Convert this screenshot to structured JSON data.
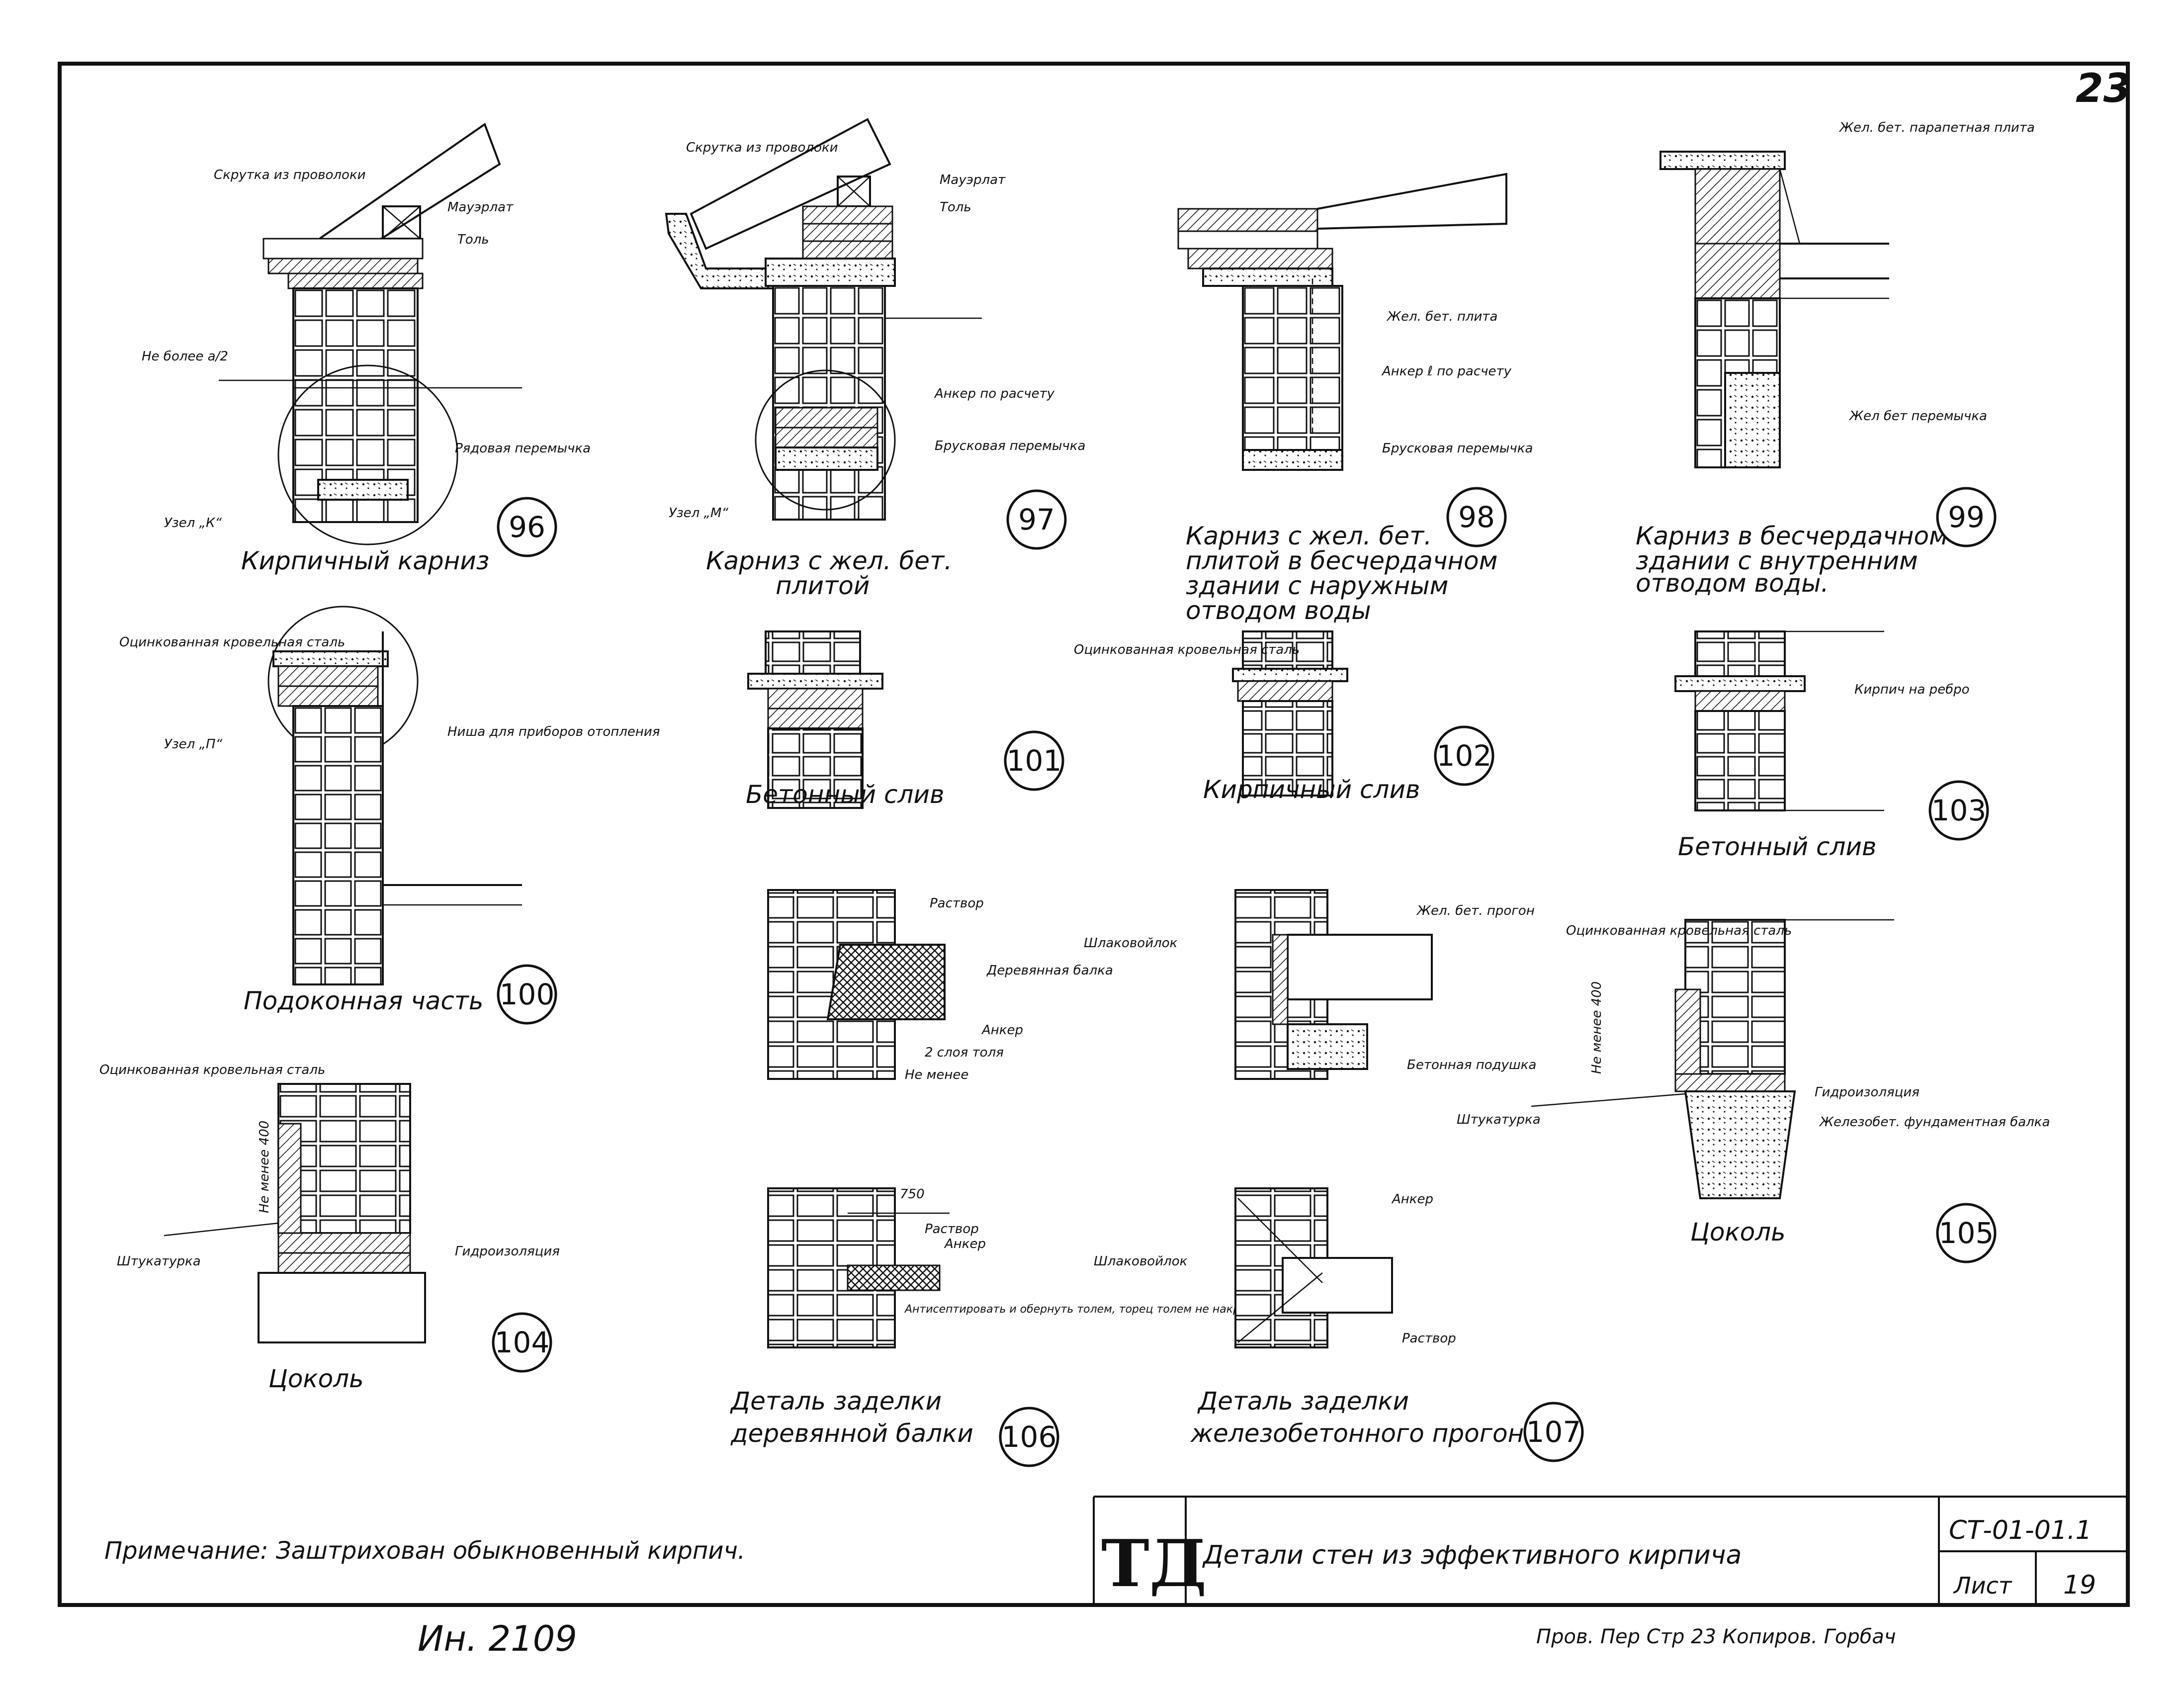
{
  "sheet": {
    "page_number": "23",
    "note": "Примечание: Заштрихован обыкновенный кирпич.",
    "stamp_logo": "ТД",
    "title": "Детали стен из эффективного кирпича",
    "code": "СТ-01-01.1",
    "sheet_label": "Лист",
    "sheet_number": "19",
    "inventory": "Ин. 2109",
    "signature": "Пров. Пер  Стр 23   Копиров. Горбач"
  },
  "details": [
    {
      "number": "96",
      "caption": [
        "Кирпичный карниз"
      ],
      "labels": [
        "Скрутка из проволоки",
        "Мауэрлат",
        "Толь",
        "Не более a/2",
        "Рядовая перемычка",
        "Узел „К“"
      ]
    },
    {
      "number": "97",
      "caption": [
        "Карниз с жел. бет.",
        "плитой"
      ],
      "labels": [
        "Скрутка из проволоки",
        "Мауэрлат",
        "Толь",
        "Анкер по расчету",
        "Брусковая перемычка",
        "Узел „М“"
      ]
    },
    {
      "number": "98",
      "caption": [
        "Карниз с жел. бет.",
        "плитой в бесчердачном",
        "здании с наружным",
        "отводом воды"
      ],
      "labels": [
        "Жел. бет. плита",
        "Анкер ℓ по расчету",
        "Брусковая перемычка"
      ]
    },
    {
      "number": "99",
      "caption": [
        "Карниз в бесчердачном",
        "здании с внутренним",
        "отводом воды."
      ],
      "labels": [
        "Жел. бет. парапетная плита",
        "Жел бет перемычка"
      ]
    },
    {
      "number": "100",
      "caption": [
        "Подоконная часть"
      ],
      "labels": [
        "Оцинкованная кровельная сталь",
        "Узел „П“",
        "Ниша для приборов отопления"
      ]
    },
    {
      "number": "101",
      "caption": [
        "Бетонный слив"
      ],
      "labels": []
    },
    {
      "number": "102",
      "caption": [
        "Кирпичный слив"
      ],
      "labels": [
        "Оцинкованная кровельная сталь"
      ]
    },
    {
      "number": "103",
      "caption": [
        "Бетонный слив"
      ],
      "labels": [
        "Кирпич на ребро"
      ]
    },
    {
      "number": "104",
      "caption": [
        "Цоколь"
      ],
      "labels": [
        "Оцинкованная кровельная сталь",
        "Не менее 400",
        "Штукатурка",
        "Гидроизоляция"
      ]
    },
    {
      "number": "105",
      "caption": [
        "Цоколь"
      ],
      "labels": [
        "Оцинкованная кровельная сталь",
        "Не менее 400",
        "Гидроизоляция",
        "Штукатурка",
        "Железобет. фундаментная балка"
      ]
    },
    {
      "number": "106",
      "caption": [
        "Деталь заделки",
        "деревянной балки"
      ],
      "labels": [
        "Раствор",
        "Деревянная балка",
        "Анкер",
        "2 слоя толя",
        "Не менее",
        "750",
        "Раствор",
        "Анкер",
        "Антисептировать и обернуть толем, торец толем не накрывать"
      ]
    },
    {
      "number": "107",
      "caption": [
        "Деталь заделки",
        "железобетонного прогона"
      ],
      "labels": [
        "Жел. бет. прогон",
        "Шлаковойлок",
        "Бетонная подушка",
        "Анкер",
        "Шлаковойлок",
        "Раствор"
      ]
    }
  ]
}
